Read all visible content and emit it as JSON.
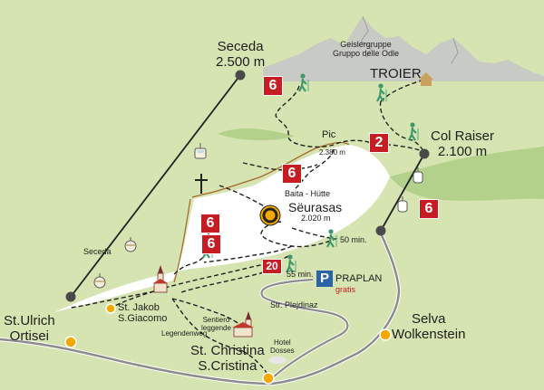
{
  "colors": {
    "meadow": "#d5e4b0",
    "snow": "#ffffff",
    "bright_meadow": "#b3d18a",
    "mountain_grey": "#c8cac6",
    "lift_line": "#222222",
    "road": "#8c8c8c",
    "brown_path": "#a5682a",
    "badge_red": "#c61d23",
    "parking_blue": "#2a63a8",
    "hiker_green": "#3e9a6c",
    "town_dot": "#f5a800"
  },
  "places": {
    "seceda": {
      "name": "Seceda",
      "altitude": "2.500 m"
    },
    "geisler": {
      "line1": "Geislergruppe",
      "line2": "Gruppo delle Odle"
    },
    "troier": "TROIER",
    "pic": {
      "name": "Pic",
      "altitude": "2.380 m"
    },
    "col_raiser": {
      "name": "Col Raiser",
      "altitude": "2.100 m"
    },
    "hut": {
      "label": "Baita - Hütte",
      "name": "Sëurasas",
      "altitude": "2.020 m"
    },
    "time_50": "50 min.",
    "time_55": "55 min.",
    "praplan": {
      "name": "PRAPLAN",
      "note": "gratis",
      "parking_letter": "P"
    },
    "seceda_lift_label": "Seceda",
    "st_jakob": {
      "line1": "St. Jakob",
      "line2": "S.Giacomo"
    },
    "sentiero": {
      "line1": "Sentiero",
      "line2": "leggende"
    },
    "legendenweg": "Legendenweg",
    "str_plejdinaz": "Str. Plejdinaz",
    "ortisei": {
      "line1": "St.Ulrich",
      "line2": "Ortisei"
    },
    "selva": {
      "line1": "Selva",
      "line2": "Wolkenstein"
    },
    "christina": {
      "line1": "St. Christina",
      "line2": "S.Cristina"
    },
    "hotel": {
      "line1": "Hotel",
      "line2": "Dosses"
    }
  },
  "trail_badges": [
    "6",
    "6",
    "2",
    "6",
    "6",
    "6",
    "20"
  ],
  "icons": [
    "hiker-icon",
    "gondola-cabin-icon",
    "summit-cross-icon",
    "hut-icon",
    "church-icon",
    "parking-icon",
    "target-marker-icon",
    "lift-station-icon",
    "town-dot-icon"
  ]
}
